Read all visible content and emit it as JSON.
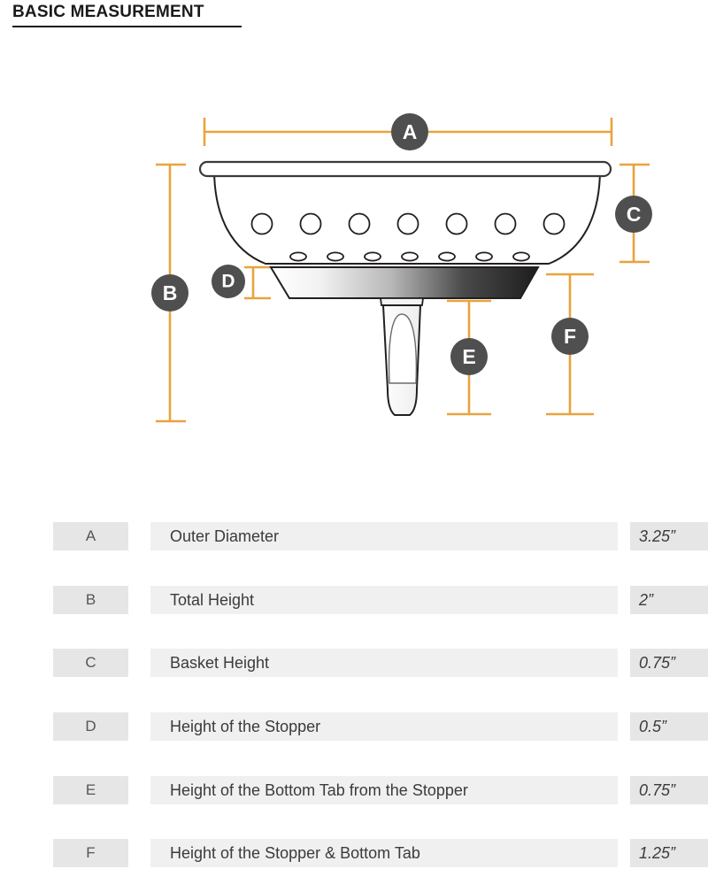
{
  "header": {
    "title": "BASIC MEASUREMENT"
  },
  "diagram": {
    "product": "sink-strainer-basket",
    "accent_color": "#e8a33d",
    "badge_color": "#4f4f4f",
    "badge_text_color": "#ffffff",
    "outline_color": "#231f20",
    "callouts": [
      {
        "id": "A",
        "label": "A",
        "orientation": "horizontal",
        "measures": "Outer Diameter"
      },
      {
        "id": "B",
        "label": "B",
        "orientation": "vertical",
        "measures": "Total Height"
      },
      {
        "id": "C",
        "label": "C",
        "orientation": "vertical",
        "measures": "Basket Height"
      },
      {
        "id": "D",
        "label": "D",
        "orientation": "vertical",
        "measures": "Height of the Stopper"
      },
      {
        "id": "E",
        "label": "E",
        "orientation": "vertical",
        "measures": "Height of the Bottom Tab from the Stopper"
      },
      {
        "id": "F",
        "label": "F",
        "orientation": "vertical",
        "measures": "Height of the Stopper & Bottom Tab"
      }
    ]
  },
  "table": {
    "rows": [
      {
        "key": "A",
        "label": "Outer Diameter",
        "value": "3.25”"
      },
      {
        "key": "B",
        "label": "Total Height",
        "value": "2”"
      },
      {
        "key": "C",
        "label": "Basket Height",
        "value": "0.75”"
      },
      {
        "key": "D",
        "label": "Height of the Stopper",
        "value": "0.5”"
      },
      {
        "key": "E",
        "label": "Height of the Bottom Tab from the Stopper",
        "value": "0.75”"
      },
      {
        "key": "F",
        "label": "Height of the Stopper & Bottom Tab",
        "value": "1.25”"
      }
    ]
  }
}
